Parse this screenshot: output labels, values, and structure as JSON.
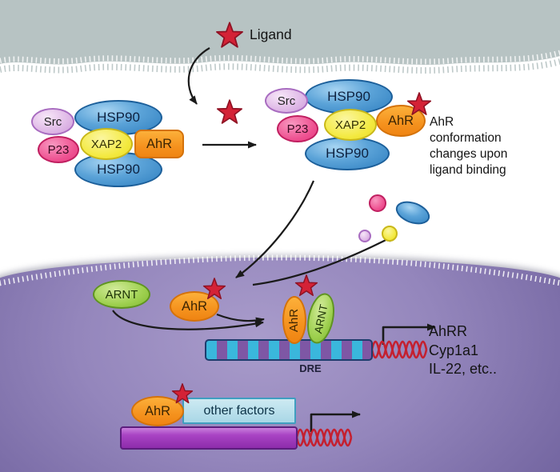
{
  "ligand": {
    "label": "Ligand"
  },
  "membrane_complex_left": {
    "src": "Src",
    "hsp90_top": "HSP90",
    "p23": "P23",
    "xap2": "XAP2",
    "ahr": "AhR",
    "hsp90_bottom": "HSP90"
  },
  "membrane_complex_right": {
    "src": "Src",
    "hsp90_top": "HSP90",
    "p23": "P23",
    "xap2": "XAP2",
    "ahr": "AhR",
    "hsp90_bottom": "HSP90",
    "annotation_lines": [
      "AhR",
      "conformation",
      "changes upon",
      "ligand binding"
    ]
  },
  "nucleus": {
    "arnt_free": "ARNT",
    "ahr_free": "AhR",
    "dimer_ahr": "AhR",
    "dimer_arnt": "ARNT",
    "dre_label": "DRE",
    "target_genes": [
      "AhRR",
      "Cyp1a1",
      "IL-22, etc.."
    ],
    "other_factors": "other factors",
    "ahr_bottom": "AhR"
  },
  "colors": {
    "star_red": "#d42236",
    "hsp90_blue": "#3f8ec9",
    "src_lavender": "#ddb5e5",
    "p23_pink": "#ee4d8b",
    "xap2_yellow": "#f3e93e",
    "ahr_orange": "#f5921e",
    "arnt_green": "#8cc63f",
    "dre_teal": "#3ab7dc",
    "dre_purple": "#7e57a5",
    "dna_bar_purple": "#a944c4",
    "helix_red": "#c42030",
    "membrane_gray": "#b7c3c3",
    "nucleus_purple": "#7d6fa9"
  }
}
